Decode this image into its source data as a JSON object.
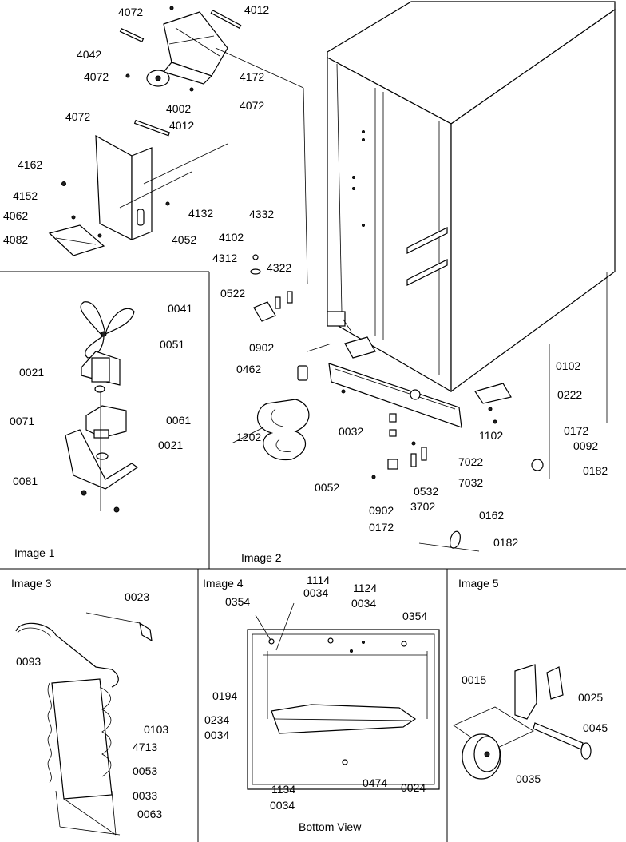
{
  "images": {
    "image1": "Image 1",
    "image2": "Image 2",
    "image3": "Image 3",
    "image4": "Image 4",
    "image5": "Image 5"
  },
  "bottom_view": "Bottom View",
  "labels": {
    "top": [
      "4072",
      "4012",
      "4042",
      "4072",
      "4172",
      "4002",
      "4072",
      "4072",
      "4012",
      "4162",
      "4152",
      "4062",
      "4082",
      "4132",
      "4052"
    ],
    "image1": [
      "0041",
      "0051",
      "0021",
      "0061",
      "0071",
      "0021",
      "0081"
    ],
    "image2": [
      "4332",
      "4102",
      "4312",
      "4322",
      "0522",
      "0902",
      "0462",
      "0032",
      "1202",
      "0052",
      "0102",
      "0222",
      "1102",
      "0172",
      "0092",
      "0182",
      "7022",
      "7032",
      "0532",
      "0902",
      "3702",
      "0172",
      "0162",
      "0182"
    ],
    "image3": [
      "0023",
      "0093",
      "0103",
      "4713",
      "0053",
      "0033",
      "0063"
    ],
    "image4": [
      "1114",
      "0034",
      "1124",
      "0034",
      "0354",
      "0354",
      "0194",
      "0234",
      "0034",
      "1134",
      "0034",
      "0474",
      "0024"
    ],
    "image5": [
      "0015",
      "0025",
      "0045",
      "0035"
    ]
  }
}
